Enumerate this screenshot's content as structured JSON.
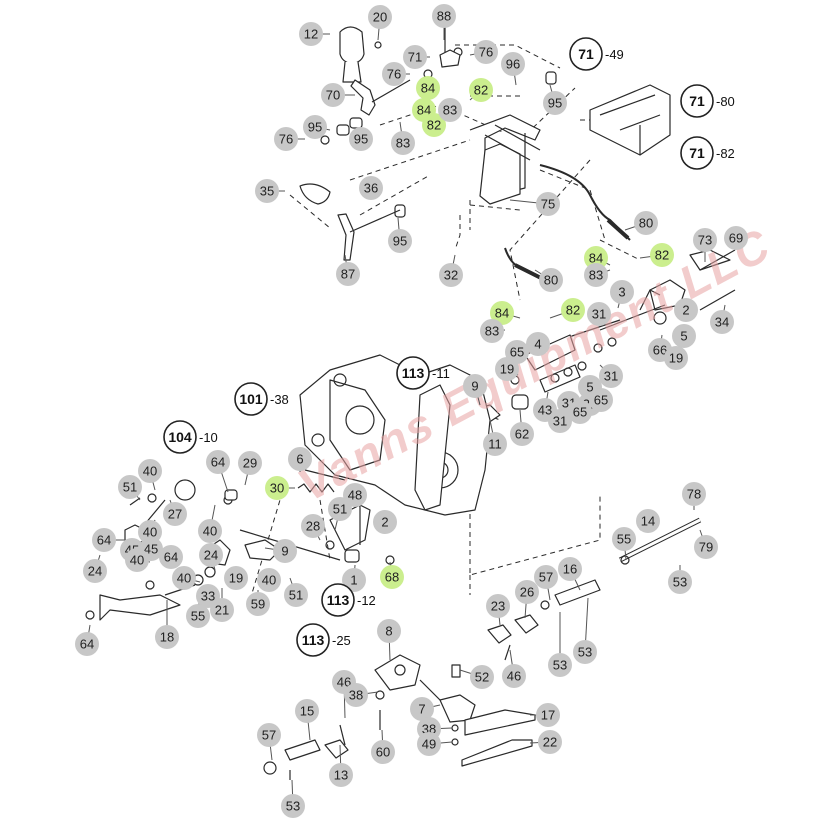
{
  "watermark": "Vanns Equipment LLC",
  "colors": {
    "callout_gray": "#c7c7c7",
    "callout_green": "#cbee8e",
    "line": "#2a2a2a",
    "watermark": "#e8a3a3"
  },
  "ring_callouts": [
    {
      "id": "r71-49",
      "num": "71",
      "suffix": "-49"
    },
    {
      "id": "r71-80",
      "num": "71",
      "suffix": "-80"
    },
    {
      "id": "r71-82",
      "num": "71",
      "suffix": "-82"
    },
    {
      "id": "r101-38",
      "num": "101",
      "suffix": "-38"
    },
    {
      "id": "r113-11",
      "num": "113",
      "suffix": "-11"
    },
    {
      "id": "r104-10",
      "num": "104",
      "suffix": "-10"
    },
    {
      "id": "r113-12",
      "num": "113",
      "suffix": "-12"
    },
    {
      "id": "r113-25",
      "num": "113",
      "suffix": "-25"
    }
  ],
  "callouts": [
    {
      "label": "12",
      "hl": false
    },
    {
      "label": "20",
      "hl": false
    },
    {
      "label": "88",
      "hl": false
    },
    {
      "label": "71",
      "hl": false
    },
    {
      "label": "76",
      "hl": false
    },
    {
      "label": "76",
      "hl": false
    },
    {
      "label": "96",
      "hl": false
    },
    {
      "label": "95",
      "hl": false
    },
    {
      "label": "70",
      "hl": false
    },
    {
      "label": "84",
      "hl": true
    },
    {
      "label": "82",
      "hl": true
    },
    {
      "label": "84",
      "hl": true
    },
    {
      "label": "82",
      "hl": true
    },
    {
      "label": "83",
      "hl": false
    },
    {
      "label": "83",
      "hl": false
    },
    {
      "label": "76",
      "hl": false
    },
    {
      "label": "95",
      "hl": false
    },
    {
      "label": "95",
      "hl": false
    },
    {
      "label": "35",
      "hl": false
    },
    {
      "label": "36",
      "hl": false
    },
    {
      "label": "75",
      "hl": false
    },
    {
      "label": "95",
      "hl": false
    },
    {
      "label": "87",
      "hl": false
    },
    {
      "label": "32",
      "hl": false
    },
    {
      "label": "80",
      "hl": false
    },
    {
      "label": "84",
      "hl": true
    },
    {
      "label": "82",
      "hl": true
    },
    {
      "label": "83",
      "hl": false
    },
    {
      "label": "73",
      "hl": false
    },
    {
      "label": "69",
      "hl": false
    },
    {
      "label": "80",
      "hl": false
    },
    {
      "label": "84",
      "hl": true
    },
    {
      "label": "82",
      "hl": true
    },
    {
      "label": "83",
      "hl": false
    },
    {
      "label": "3",
      "hl": false
    },
    {
      "label": "2",
      "hl": false
    },
    {
      "label": "34",
      "hl": false
    },
    {
      "label": "31",
      "hl": false
    },
    {
      "label": "5",
      "hl": false
    },
    {
      "label": "66",
      "hl": false
    },
    {
      "label": "19",
      "hl": false
    },
    {
      "label": "65",
      "hl": false
    },
    {
      "label": "4",
      "hl": false
    },
    {
      "label": "19",
      "hl": false
    },
    {
      "label": "31",
      "hl": false
    },
    {
      "label": "5",
      "hl": false
    },
    {
      "label": "31",
      "hl": false
    },
    {
      "label": "9",
      "hl": false
    },
    {
      "label": "43",
      "hl": false
    },
    {
      "label": "31",
      "hl": false
    },
    {
      "label": "65",
      "hl": false
    },
    {
      "label": "65",
      "hl": false
    },
    {
      "label": "31",
      "hl": false
    },
    {
      "label": "11",
      "hl": false
    },
    {
      "label": "62",
      "hl": false
    },
    {
      "label": "6",
      "hl": false
    },
    {
      "label": "30",
      "hl": true
    },
    {
      "label": "48",
      "hl": false
    },
    {
      "label": "64",
      "hl": false
    },
    {
      "label": "24",
      "hl": false
    },
    {
      "label": "29",
      "hl": false
    },
    {
      "label": "40",
      "hl": false
    },
    {
      "label": "51",
      "hl": false
    },
    {
      "label": "27",
      "hl": false
    },
    {
      "label": "40",
      "hl": false
    },
    {
      "label": "51",
      "hl": false
    },
    {
      "label": "2",
      "hl": false
    },
    {
      "label": "64",
      "hl": false
    },
    {
      "label": "40",
      "hl": false
    },
    {
      "label": "28",
      "hl": false
    },
    {
      "label": "45",
      "hl": false
    },
    {
      "label": "64",
      "hl": false
    },
    {
      "label": "9",
      "hl": false
    },
    {
      "label": "45",
      "hl": false
    },
    {
      "label": "40",
      "hl": false
    },
    {
      "label": "68",
      "hl": true
    },
    {
      "label": "1",
      "hl": false
    },
    {
      "label": "24",
      "hl": false
    },
    {
      "label": "40",
      "hl": false
    },
    {
      "label": "33",
      "hl": false
    },
    {
      "label": "21",
      "hl": false
    },
    {
      "label": "19",
      "hl": false
    },
    {
      "label": "40",
      "hl": false
    },
    {
      "label": "59",
      "hl": false
    },
    {
      "label": "51",
      "hl": false
    },
    {
      "label": "55",
      "hl": false
    },
    {
      "label": "18",
      "hl": false
    },
    {
      "label": "64",
      "hl": false
    },
    {
      "label": "78",
      "hl": false
    },
    {
      "label": "14",
      "hl": false
    },
    {
      "label": "79",
      "hl": false
    },
    {
      "label": "55",
      "hl": false
    },
    {
      "label": "53",
      "hl": false
    },
    {
      "label": "16",
      "hl": false
    },
    {
      "label": "57",
      "hl": false
    },
    {
      "label": "23",
      "hl": false
    },
    {
      "label": "26",
      "hl": false
    },
    {
      "label": "53",
      "hl": false
    },
    {
      "label": "53",
      "hl": false
    },
    {
      "label": "46",
      "hl": false
    },
    {
      "label": "8",
      "hl": false
    },
    {
      "label": "52",
      "hl": false
    },
    {
      "label": "46",
      "hl": false
    },
    {
      "label": "38",
      "hl": false
    },
    {
      "label": "7",
      "hl": false
    },
    {
      "label": "17",
      "hl": false
    },
    {
      "label": "15",
      "hl": false
    },
    {
      "label": "38",
      "hl": false
    },
    {
      "label": "49",
      "hl": false
    },
    {
      "label": "22",
      "hl": false
    },
    {
      "label": "57",
      "hl": false
    },
    {
      "label": "60",
      "hl": false
    },
    {
      "label": "13",
      "hl": false
    },
    {
      "label": "53",
      "hl": false
    }
  ]
}
